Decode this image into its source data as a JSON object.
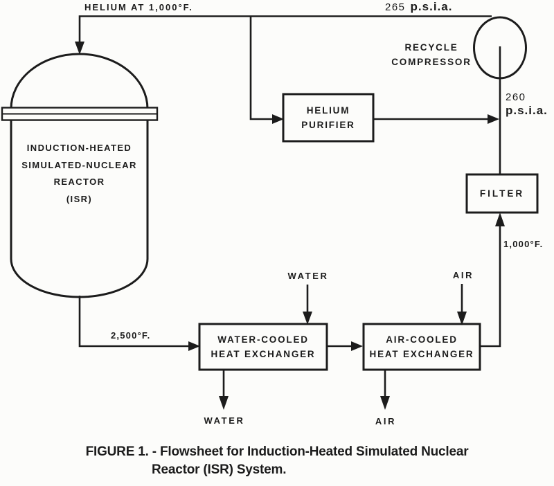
{
  "palette": {
    "ink": "#1c1c1c",
    "paper": "#fcfcfa"
  },
  "diagram": {
    "helium_line_label": "HELIUM AT 1,000°F.",
    "pressure_265": {
      "value": "265",
      "unit": "p.s.i.a."
    },
    "pressure_260": {
      "value": "260",
      "unit": "p.s.i.a."
    },
    "temp_1000": "1,000°F.",
    "temp_2500": "2,500°F.",
    "reactor": {
      "line1": "INDUCTION-HEATED",
      "line2": "SIMULATED-NUCLEAR",
      "line3": "REACTOR",
      "line4": "(ISR)"
    },
    "purifier": {
      "line1": "HELIUM",
      "line2": "PURIFIER"
    },
    "compressor": {
      "line1": "RECYCLE",
      "line2": "COMPRESSOR"
    },
    "filter": {
      "label": "FILTER"
    },
    "water_hx": {
      "line1": "WATER-COOLED",
      "line2": "HEAT EXCHANGER"
    },
    "air_hx": {
      "line1": "AIR-COOLED",
      "line2": "HEAT EXCHANGER"
    },
    "water_in": "WATER",
    "water_out": "WATER",
    "air_in": "AIR",
    "air_out": "AIR"
  },
  "caption": {
    "line1": "FIGURE 1. - Flowsheet for Induction-Heated Simulated Nuclear",
    "line2": "Reactor (ISR) System."
  }
}
